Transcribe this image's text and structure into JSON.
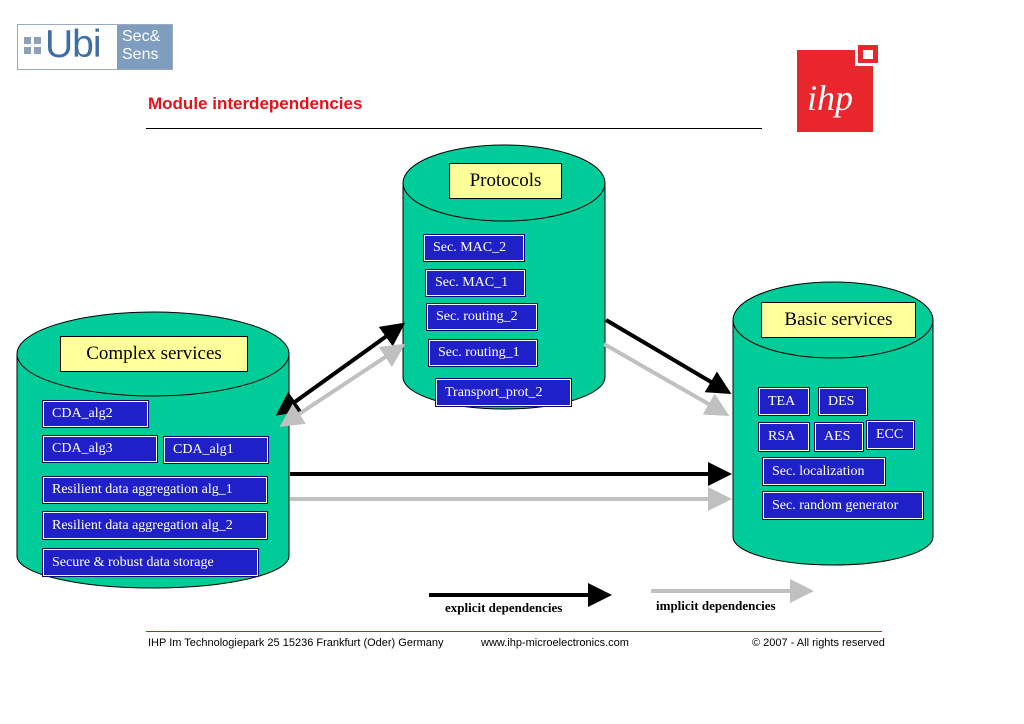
{
  "logo": {
    "ubi_text": "Ubi",
    "sec_text": "Sec&",
    "sens_text": "Sens",
    "ihp_text": "ihp"
  },
  "title": "Module interdependencies",
  "protocols": {
    "header": "Protocols",
    "modules": [
      "Sec. MAC_2",
      "Sec. MAC_1",
      "Sec. routing_2",
      "Sec. routing_1",
      "Transport_prot_2"
    ]
  },
  "complex": {
    "header": "Complex services",
    "modules": [
      "CDA_alg2",
      "CDA_alg3",
      "CDA_alg1",
      "Resilient data aggregation alg_1",
      "Resilient data aggregation alg_2",
      "Secure & robust data storage"
    ]
  },
  "basic": {
    "header": "Basic services",
    "modules": [
      "TEA",
      "DES",
      "RSA",
      "AES",
      "ECC",
      "Sec. localization",
      "Sec. random generator"
    ]
  },
  "legend": {
    "explicit": "explicit dependencies",
    "implicit": "implicit dependencies"
  },
  "colors": {
    "cylinder": "#00cc99",
    "module": "#2020c8",
    "header_bg": "#ffff99",
    "explicit_arrow": "#000000",
    "implicit_arrow": "#c0c0c0",
    "accent": "#e8101a"
  },
  "footer": {
    "address": "IHP  Im Technologiepark 25  15236 Frankfurt (Oder) Germany",
    "website": "www.ihp-microelectronics.com",
    "copyright": "© 2007 - All rights reserved"
  }
}
